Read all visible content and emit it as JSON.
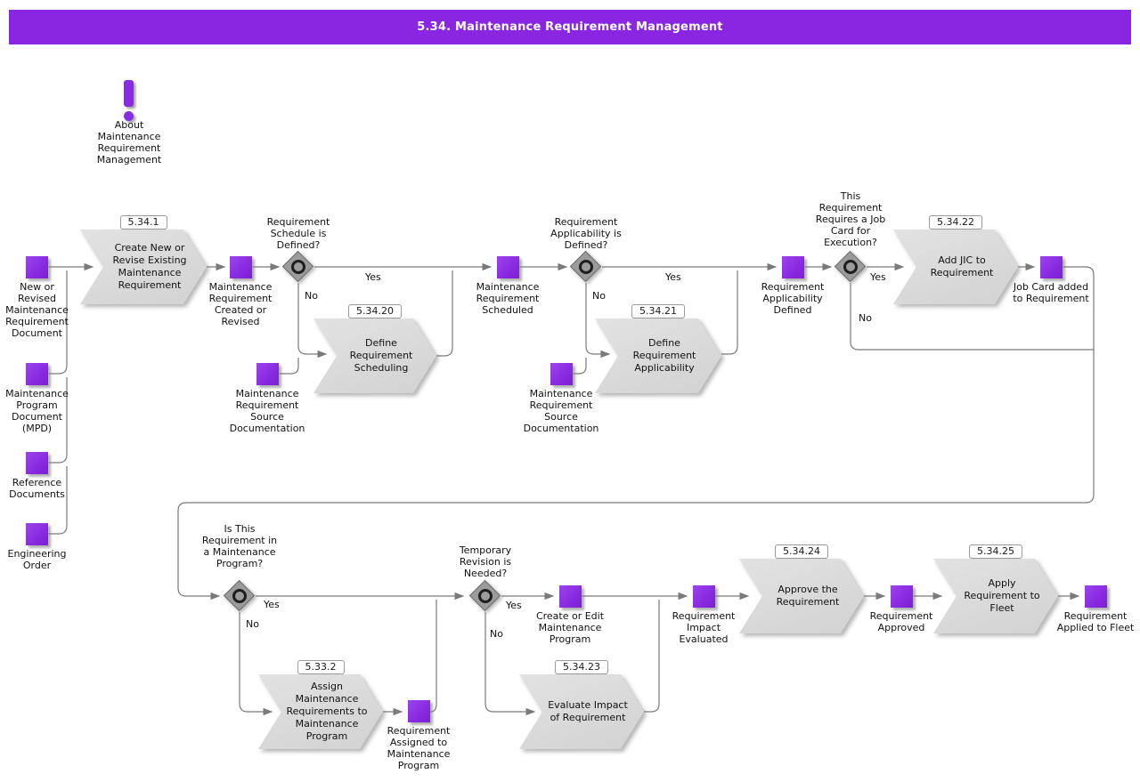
{
  "title": "5.34. Maintenance Requirement Management",
  "about_label": "About Maintenance Requirement Management",
  "inputs": [
    {
      "label": "New or Revised Maintenance Requirement Document"
    },
    {
      "label": "Maintenance Program Document (MPD)"
    },
    {
      "label": "Reference Documents"
    },
    {
      "label": "Engineering Order"
    }
  ],
  "processes": [
    {
      "id": "5.34.1",
      "label": "Create New or Revise Existing Maintenance Requirement"
    },
    {
      "id": "5.34.20",
      "label": "Define Requirement Scheduling"
    },
    {
      "id": "5.34.21",
      "label": "Define Requirement Applicability"
    },
    {
      "id": "5.34.22",
      "label": "Add JIC to Requirement"
    },
    {
      "id": "5.33.2",
      "label": "Assign Maintenance Requirements to Maintenance Program"
    },
    {
      "id": "5.34.23",
      "label": "Evaluate Impact of Requirement"
    },
    {
      "id": "5.34.24",
      "label": "Approve the Requirement"
    },
    {
      "id": "5.34.25",
      "label": "Apply Requirement to Fleet"
    }
  ],
  "states": [
    {
      "label": "Maintenance Requirement Created or Revised"
    },
    {
      "label": "Maintenance Requirement Source Documentation"
    },
    {
      "label": "Maintenance Requirement Scheduled"
    },
    {
      "label": "Maintenance Requirement Source Documentation"
    },
    {
      "label": "Requirement Applicability Defined"
    },
    {
      "label": "Job Card added to Requirement"
    },
    {
      "label": "Requirement Assigned to Maintenance Program"
    },
    {
      "label": "Create or Edit Maintenance Program"
    },
    {
      "label": "Requirement Impact Evaluated"
    },
    {
      "label": "Requirement Approved"
    },
    {
      "label": "Requirement Applied to Fleet"
    }
  ],
  "decisions": [
    {
      "question": "Requirement Schedule is Defined?",
      "yes_label": "Yes",
      "no_label": "No"
    },
    {
      "question": "Requirement Applicability is Defined?",
      "yes_label": "Yes",
      "no_label": "No"
    },
    {
      "question": "This Requirement Requires a Job Card for Execution?",
      "yes_label": "Yes",
      "no_label": "No"
    },
    {
      "question": "Is This Requirement in a Maintenance Program?",
      "yes_label": "Yes",
      "no_label": "No"
    },
    {
      "question": "Temporary Revision is Needed?",
      "yes_label": "Yes",
      "no_label": "No"
    }
  ],
  "colors": {
    "accent_purple": "#8a2be2",
    "header_bar": "#8a26e2",
    "shape_gray": "#d9d9d9",
    "diamond_gray": "#9b9b9b",
    "connector_gray": "#7a7a7a"
  }
}
